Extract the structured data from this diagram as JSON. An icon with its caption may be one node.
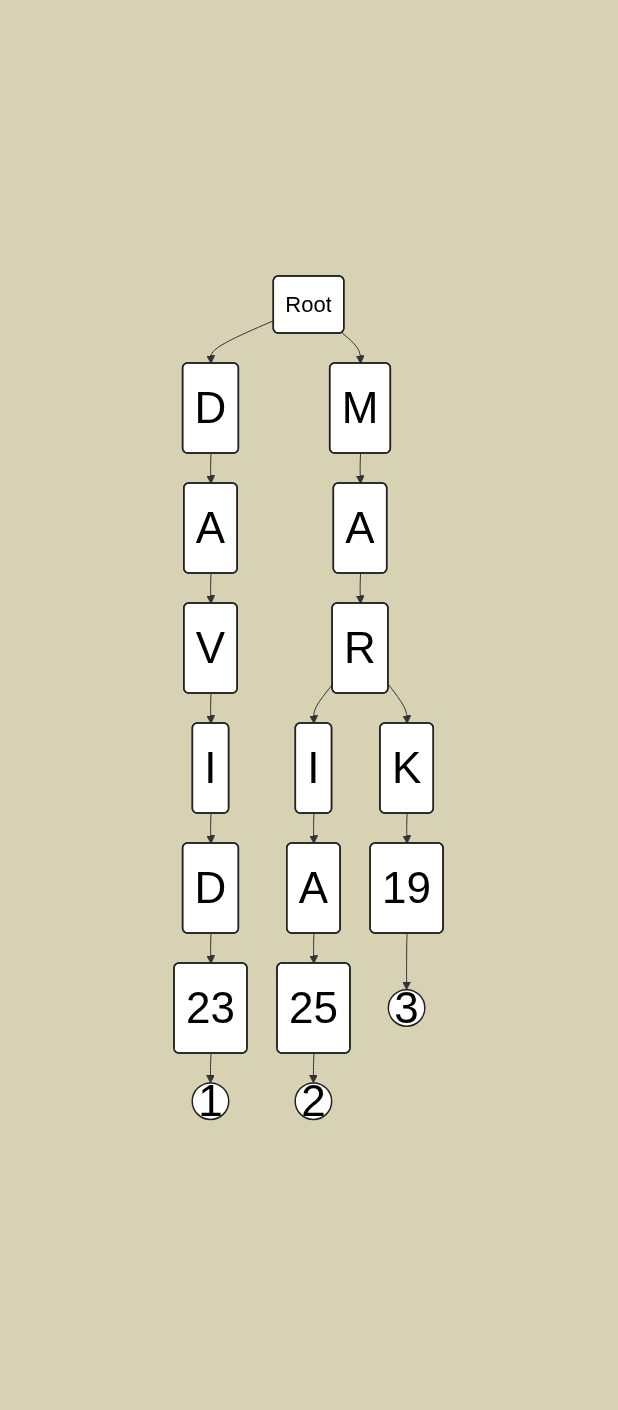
{
  "diagram": {
    "nodes": [
      {
        "text": [
          "Root"
        ]
      },
      {
        "text": [
          "D"
        ]
      },
      {
        "text": [
          "M"
        ]
      },
      {
        "text": [
          "A"
        ]
      },
      {
        "text": [
          "A"
        ]
      },
      {
        "text": [
          "V"
        ]
      },
      {
        "text": [
          "R"
        ]
      },
      {
        "text": [
          "I"
        ]
      },
      {
        "text": [
          "I"
        ]
      },
      {
        "text": [
          "K"
        ]
      },
      {
        "text": [
          "D"
        ]
      },
      {
        "text": [
          "A"
        ]
      },
      {
        "text": [
          "23"
        ]
      },
      {
        "text": [
          "25"
        ]
      },
      {
        "text": [
          "19"
        ]
      },
      {
        "text": [
          "1"
        ]
      },
      {
        "text": [
          "2"
        ]
      },
      {
        "text": [
          "3"
        ]
      }
    ],
    "edges": [
      {
        "from": 0,
        "to": 1,
        "arrow": "to"
      },
      {
        "from": 0,
        "to": 2,
        "arrow": "to"
      },
      {
        "from": 1,
        "to": 3,
        "arrow": "to"
      },
      {
        "from": 3,
        "to": 5,
        "arrow": "to"
      },
      {
        "from": 5,
        "to": 7,
        "arrow": "to"
      },
      {
        "from": 7,
        "to": 10,
        "arrow": "to"
      },
      {
        "from": 10,
        "to": 12,
        "arrow": "to"
      },
      {
        "from": 12,
        "to": 15,
        "arrow": "to"
      },
      {
        "from": 2,
        "to": 4,
        "arrow": "to"
      },
      {
        "from": 4,
        "to": 6,
        "arrow": "to"
      },
      {
        "from": 6,
        "to": 8,
        "arrow": "to"
      },
      {
        "from": 6,
        "to": 9,
        "arrow": "to"
      },
      {
        "from": 8,
        "to": 11,
        "arrow": "to"
      },
      {
        "from": 11,
        "to": 13,
        "arrow": "to"
      },
      {
        "from": 13,
        "to": 16,
        "arrow": "to"
      },
      {
        "from": 9,
        "to": 14,
        "arrow": "to"
      },
      {
        "from": 14,
        "to": 17,
        "arrow": "to"
      }
    ]
  }
}
